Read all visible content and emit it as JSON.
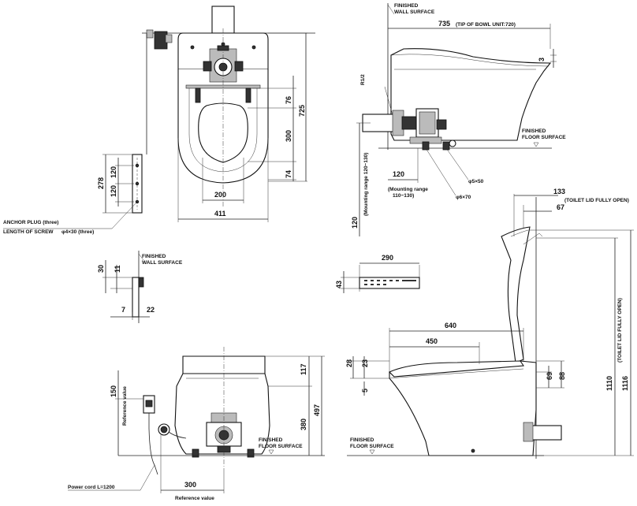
{
  "top_plan": {
    "dims": {
      "d76": "76",
      "d725": "725",
      "d300": "300",
      "d74": "74",
      "d200": "200",
      "d411": "411",
      "d278": "278",
      "d120a": "120",
      "d120b": "120"
    },
    "labels": {
      "anchor_plug": "ANCHOR PLUG (three)",
      "length_of_screw": "LENGTH OF SCREW",
      "screw_size": "φ4×30 (three)"
    }
  },
  "top_side": {
    "dims": {
      "d735": "735",
      "tip_of_bowl": "(TIP OF BOWL UNIT:720)",
      "d3": "3",
      "r12": "R1/2",
      "d120": "120",
      "d120v": "120",
      "phi5x50": "φ5×50",
      "phi6x70": "φ6×70"
    },
    "labels": {
      "finished_wall": [
        "FINISHED",
        "WALL SURFACE"
      ],
      "finished_floor": [
        "FINISHED",
        "FLOOR SURFACE"
      ],
      "mounting_range_h": [
        "(Mounting range",
        "110~130)"
      ],
      "mounting_range_v": "(Mounting range 120~130)"
    }
  },
  "remote": {
    "dims": {
      "d30": "30",
      "d11": "11",
      "d7": "7",
      "d22": "22",
      "d290": "290",
      "d43": "43"
    },
    "labels": {
      "finished_wall": [
        "FINISHED",
        "WALL SURFACE"
      ]
    }
  },
  "front": {
    "dims": {
      "d117": "117",
      "d380": "380",
      "d497": "497",
      "d150": "150",
      "d300": "300"
    },
    "labels": {
      "reference_value_v": "Reference value",
      "reference_value_h": "Reference value",
      "finished_floor": [
        "FINISHED",
        "FLOOR SURFACE"
      ],
      "power_cord": "Power cord L=1200"
    }
  },
  "side": {
    "dims": {
      "d133": "133",
      "toilet_lid_open": "(TOILET LID FULLY OPEN)",
      "d67": "67",
      "d640": "640",
      "d450": "450",
      "d28": "28",
      "d23": "23",
      "d5": "5",
      "d69": "69",
      "d88": "88",
      "d1110": "1110",
      "d1116": "1116",
      "toilet_lid_open_v": "(TOILET LID FULLY OPEN)"
    },
    "labels": {
      "finished_floor": [
        "FINISHED",
        "FLOOR SURFACE"
      ]
    }
  }
}
